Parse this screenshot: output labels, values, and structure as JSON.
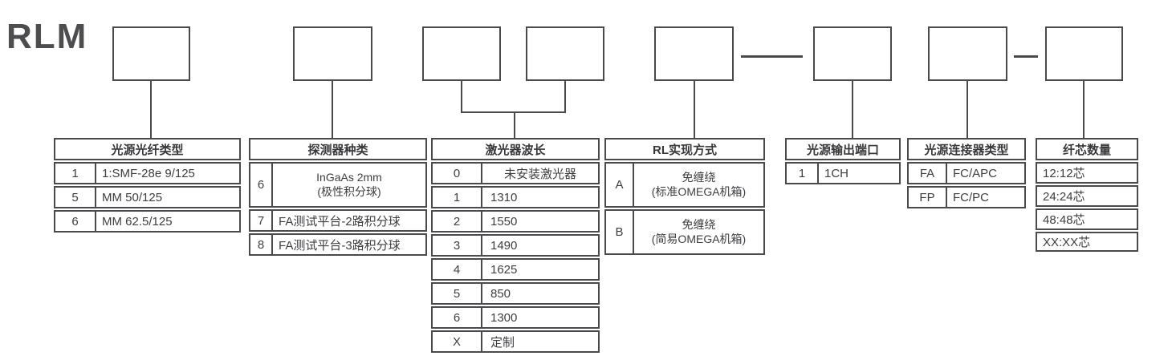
{
  "product_code": "RLM",
  "colors": {
    "line": "#4a4a4d",
    "text": "#3e3e41",
    "background": "#ffffff"
  },
  "tables": [
    {
      "title": "光源光纤类型",
      "rows": [
        {
          "code": "1",
          "value": "1:SMF-28e 9/125"
        },
        {
          "code": "5",
          "value": "MM 50/125"
        },
        {
          "code": "6",
          "value": "MM 62.5/125"
        }
      ]
    },
    {
      "title": "探测器种类",
      "rows": [
        {
          "code": "6",
          "value_line1": "InGaAs 2mm",
          "value_line2": "(极性积分球)"
        },
        {
          "code": "7",
          "value": "FA测试平台-2路积分球"
        },
        {
          "code": "8",
          "value": "FA测试平台-3路积分球"
        }
      ]
    },
    {
      "title": "激光器波长",
      "rows": [
        {
          "code": "0",
          "value": "未安装激光器"
        },
        {
          "code": "1",
          "value": "1310"
        },
        {
          "code": "2",
          "value": "1550"
        },
        {
          "code": "3",
          "value": "1490"
        },
        {
          "code": "4",
          "value": "1625"
        },
        {
          "code": "5",
          "value": "850"
        },
        {
          "code": "6",
          "value": "1300"
        },
        {
          "code": "X",
          "value": "定制"
        }
      ]
    },
    {
      "title": "RL实现方式",
      "rows": [
        {
          "code": "A",
          "value_line1": "免缠绕",
          "value_line2": "(标准OMEGA机箱)"
        },
        {
          "code": "B",
          "value_line1": "免缠绕",
          "value_line2": "(简易OMEGA机箱)"
        }
      ]
    },
    {
      "title": "光源输出端口",
      "rows": [
        {
          "code": "1",
          "value": "1CH"
        }
      ]
    },
    {
      "title": "光源连接器类型",
      "rows": [
        {
          "code": "FA",
          "value": "FC/APC"
        },
        {
          "code": "FP",
          "value": "FC/PC"
        }
      ]
    },
    {
      "title": "纤芯数量",
      "rows": [
        {
          "value": "12:12芯"
        },
        {
          "value": "24:24芯"
        },
        {
          "value": "48:48芯"
        },
        {
          "value": "XX:XX芯"
        }
      ]
    }
  ]
}
